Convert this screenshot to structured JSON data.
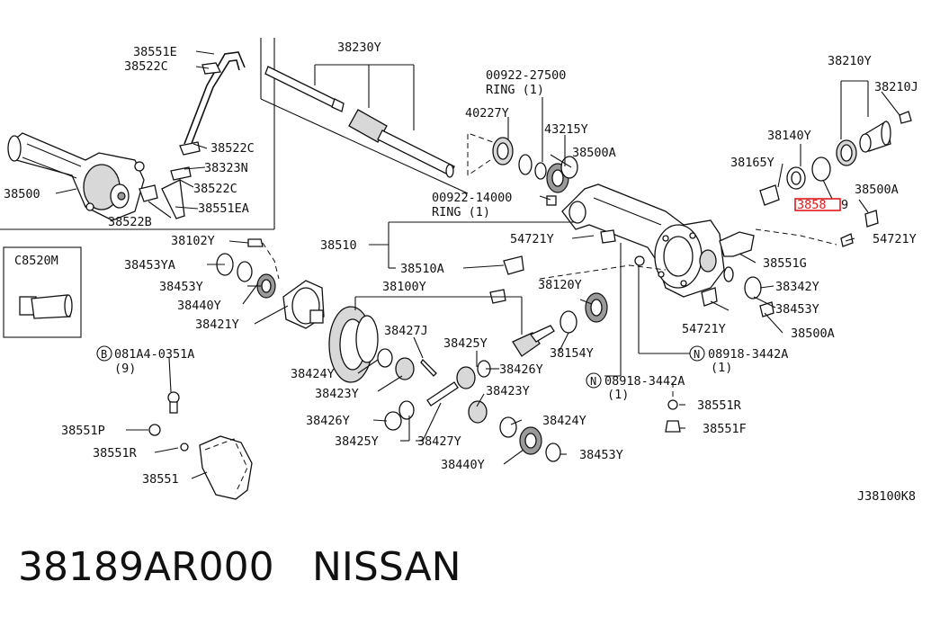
{
  "diagram": {
    "labels": {
      "p38551E": "38551E",
      "p38522C_a": "38522C",
      "p38230Y": "38230Y",
      "p00922_27500": "00922-27500",
      "ring1_a": "RING (1)",
      "p38210Y": "38210Y",
      "p38210J": "38210J",
      "p40227Y": "40227Y",
      "p43215Y": "43215Y",
      "p38140Y": "38140Y",
      "p38522C_b": "38522C",
      "p38323N": "38323N",
      "p38500A_a": "38500A",
      "p38165Y": "38165Y",
      "p38500": "38500",
      "p38522C_c": "38522C",
      "p00922_14000": "00922-14000",
      "ring1_b": "RING (1)",
      "p38500A_b": "38500A",
      "p3858_hl": "3858",
      "p3858_tail": "9",
      "p38522B": "38522B",
      "p38551EA": "38551EA",
      "pC8520M": "C8520M",
      "p38102Y": "38102Y",
      "p38510": "38510",
      "p54721Y_a": "54721Y",
      "p54721Y_b": "54721Y",
      "p38453YA": "38453YA",
      "p38510A": "38510A",
      "p38551G": "38551G",
      "p38453Y_a": "38453Y",
      "p38100Y": "38100Y",
      "p38120Y": "38120Y",
      "p38342Y": "38342Y",
      "p38440Y_a": "38440Y",
      "p38453Y_b": "38453Y",
      "p38421Y": "38421Y",
      "p54721Y_c": "54721Y",
      "p38500A_c": "38500A",
      "p38427J": "38427J",
      "p38425Y_a": "38425Y",
      "p38154Y": "38154Y",
      "bolt_081A4_code": "081A4-0351A",
      "bolt_081A4_qty": "(9)",
      "bolt_081A4_badge": "B",
      "n_08918_a": "08918-3442A",
      "n_08918_a_qty": "(1)",
      "n_08918_b": "08918-3442A",
      "n_08918_b_qty": "(1)",
      "n_badge": "N",
      "p38424Y_a": "38424Y",
      "p38426Y_a": "38426Y",
      "p38423Y_a": "38423Y",
      "p38423Y_b": "38423Y",
      "p38551R_a": "38551R",
      "p38551P": "38551P",
      "p38426Y_b": "38426Y",
      "p38424Y_b": "38424Y",
      "p38551F": "38551F",
      "p38425Y_b": "38425Y",
      "p38427Y": "38427Y",
      "p38551R_b": "38551R",
      "p38440Y_b": "38440Y",
      "p38453Y_c": "38453Y",
      "p38551": "38551",
      "drawing_code": "J38100K8"
    },
    "highlight_color": "#e01818"
  },
  "caption": {
    "part_number": "38189AR000",
    "brand": "NISSAN"
  }
}
